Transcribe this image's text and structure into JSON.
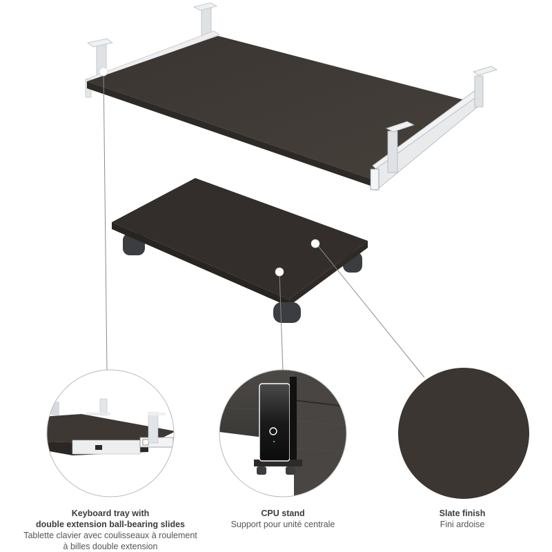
{
  "colors": {
    "slate": "#3d3834",
    "slate_dark": "#2e2a27",
    "metal": "#e6e8ea",
    "leader_line": "#8a8a8a",
    "circle_border": "#b5b5b5",
    "caption_text": "#3c3c3c"
  },
  "product": {
    "keyboard_tray": {
      "icon": "keyboard-tray-illustration"
    },
    "cpu_stand": {
      "icon": "cpu-stand-illustration"
    }
  },
  "features": [
    {
      "id": "keyboard-tray",
      "title_en_line1": "Keyboard tray with",
      "title_en_line2": "double extension ball-bearing slides",
      "title_fr_line1": "Tablette clavier avec coulisseaux à roulement",
      "title_fr_line2": "à billes double extension",
      "icon": "keyboard-tray-detail-image"
    },
    {
      "id": "cpu-stand",
      "title_en": "CPU stand",
      "title_fr": "Support pour unité centrale",
      "icon": "cpu-stand-detail-image"
    },
    {
      "id": "slate-finish",
      "title_en": "Slate finish",
      "title_fr": "Fini ardoise",
      "swatch_color": "#3b3632",
      "icon": "slate-swatch"
    }
  ]
}
